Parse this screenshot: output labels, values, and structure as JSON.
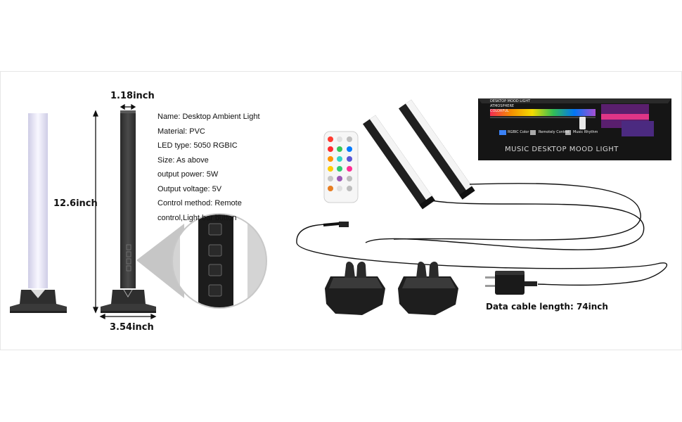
{
  "dimensions": {
    "width": "1.18inch",
    "height": "12.6inch",
    "base": "3.54inch"
  },
  "specs": {
    "name": "Name: Desktop Ambient Light",
    "material": "Material: PVC",
    "led_type": "LED type: 5050 RGBIC",
    "size": "Size: As above",
    "output_power": "output power: 5W",
    "output_voltage": "Output voltage: 5V",
    "control_method_line1": "Control method: Remote",
    "control_method_line2": "control,Light bar button"
  },
  "package": {
    "top_line1": "DESKTOP MOOD LIGHT",
    "top_line2": "ATMOSPHERE",
    "top_line3": "COLORFUL",
    "title": "MUSIC DESKTOP MOOD LIGHT",
    "feature1": "RGBIC Color",
    "feature2": "Remotely Control",
    "feature3": "Music Rhythm"
  },
  "cable_label": "Data cable length: 74inch",
  "colors": {
    "bar_body": "#3a3a3a",
    "bar_glow": "#e9e6f6",
    "package_bg": "#141414",
    "arrow": "#111111"
  }
}
